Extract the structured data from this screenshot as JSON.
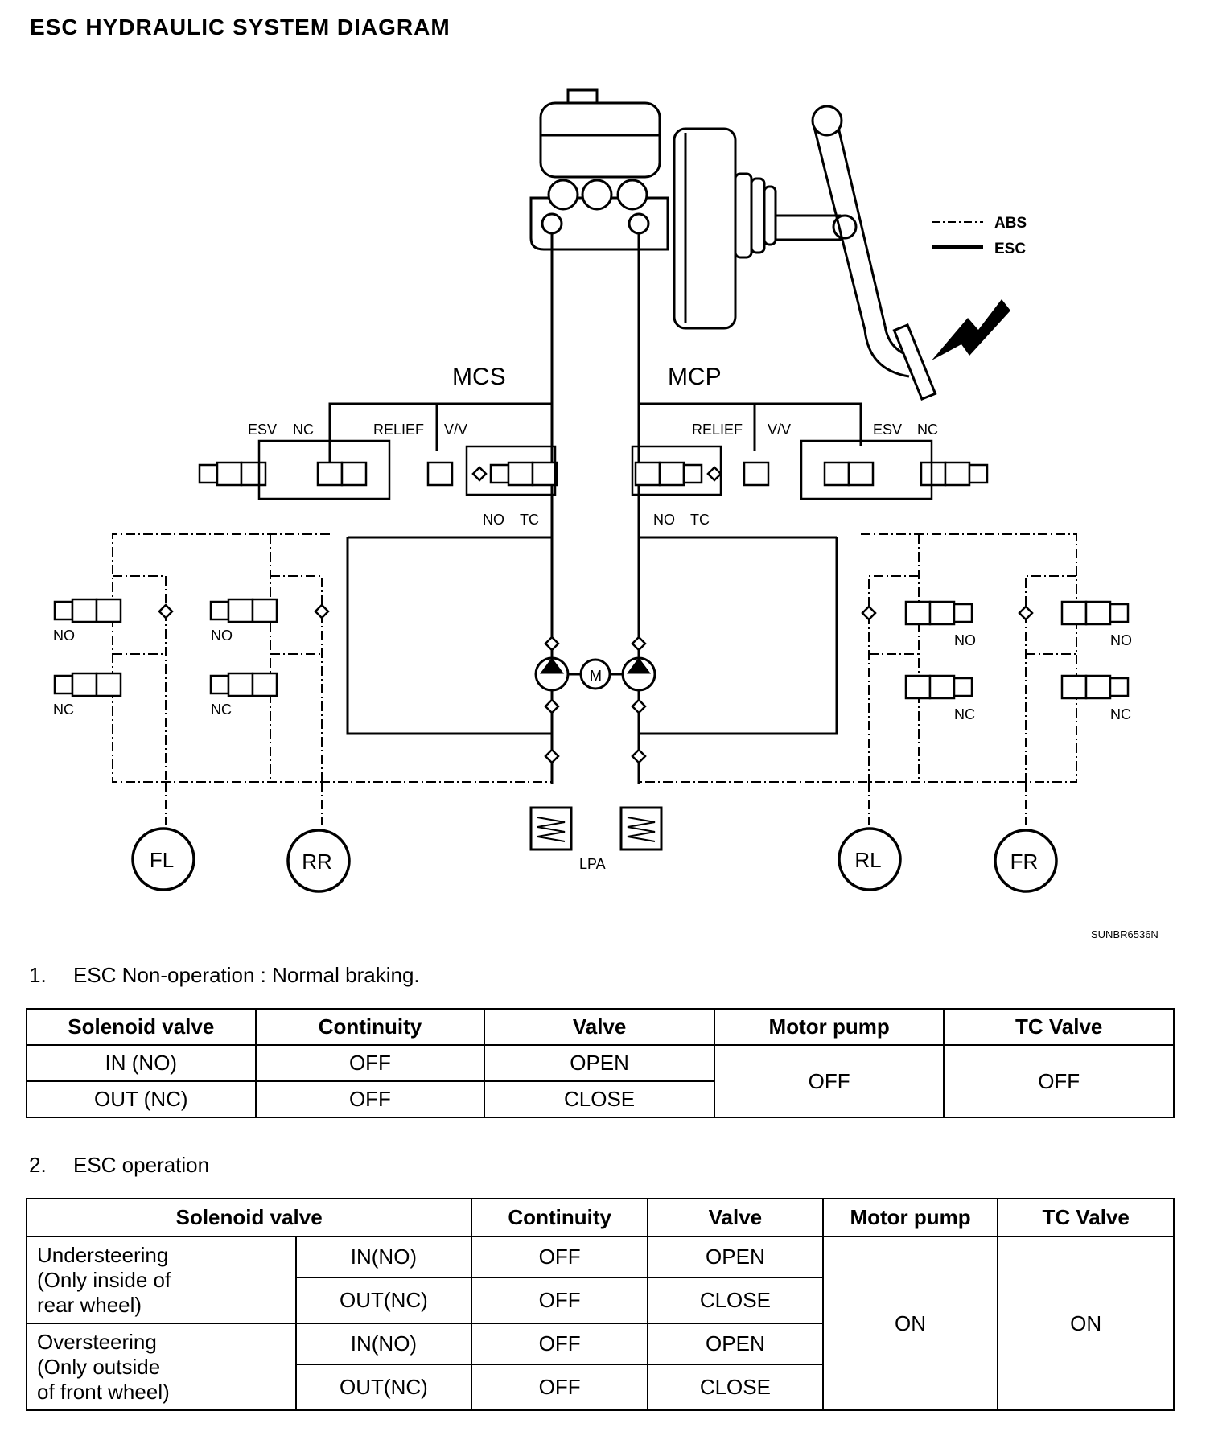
{
  "title": "ESC HYDRAULIC SYSTEM DIAGRAM",
  "diagram": {
    "legend": {
      "abs": "ABS",
      "esc": "ESC"
    },
    "circuits": {
      "mcs": "MCS",
      "mcp": "MCP"
    },
    "labels": {
      "esv": "ESV",
      "nc": "NC",
      "no": "NO",
      "tc": "TC",
      "relief": "RELIEF",
      "vv": "V/V",
      "motor": "M",
      "lpa": "LPA"
    },
    "wheels": {
      "fl": "FL",
      "rr": "RR",
      "rl": "RL",
      "fr": "FR"
    },
    "code": "SUNBR6536N"
  },
  "section1": {
    "number": "1.",
    "title": "ESC Non-operation : Normal braking.",
    "headers": [
      "Solenoid valve",
      "Continuity",
      "Valve",
      "Motor pump",
      "TC Valve"
    ],
    "rows": [
      [
        "IN (NO)",
        "OFF",
        "OPEN"
      ],
      [
        "OUT (NC)",
        "OFF",
        "CLOSE"
      ]
    ],
    "motor_pump": "OFF",
    "tc_valve": "OFF"
  },
  "section2": {
    "number": "2.",
    "title": "ESC operation",
    "headers": [
      "Solenoid valve",
      "Continuity",
      "Valve",
      "Motor pump",
      "TC Valve"
    ],
    "groups": [
      {
        "label": [
          "Understeering",
          "(Only inside of",
          "rear wheel)"
        ],
        "rows": [
          [
            "IN(NO)",
            "OFF",
            "OPEN"
          ],
          [
            "OUT(NC)",
            "OFF",
            "CLOSE"
          ]
        ]
      },
      {
        "label": [
          "Oversteering",
          "(Only outside",
          "of front wheel)"
        ],
        "rows": [
          [
            "IN(NO)",
            "OFF",
            "OPEN"
          ],
          [
            "OUT(NC)",
            "OFF",
            "CLOSE"
          ]
        ]
      }
    ],
    "motor_pump": "ON",
    "tc_valve": "ON"
  }
}
